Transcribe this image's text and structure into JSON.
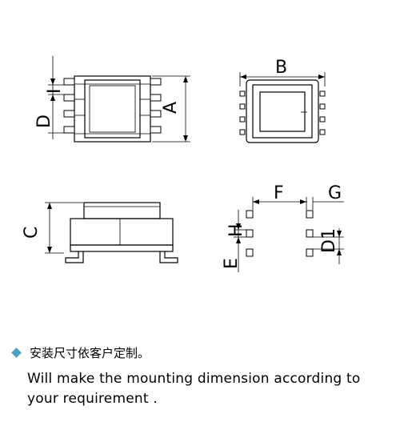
{
  "dimensions": {
    "a": "A",
    "b": "B",
    "c": "C",
    "d": "D",
    "e": "E",
    "f": "F",
    "g": "G",
    "h": "H",
    "i": "I",
    "d1": "D1"
  },
  "note": {
    "chinese": "安装尺寸依客户定制。",
    "english": "Will make the mounting dimension according to your requirement ."
  }
}
